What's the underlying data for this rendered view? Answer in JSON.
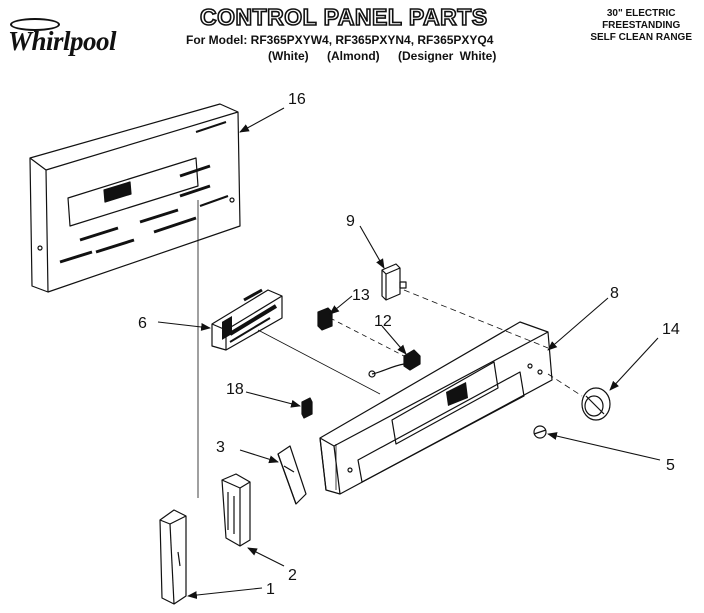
{
  "header": {
    "brand": "Whirlpool",
    "title": "CONTROL PANEL PARTS",
    "models_line": "For Model: RF365PXYW4, RF365PXYN4, RF365PXYQ4",
    "colors": [
      "(White)",
      "(Almond)",
      "(Designer White)"
    ],
    "range_desc": [
      "30\" ELECTRIC",
      "FREESTANDING",
      "SELF CLEAN RANGE"
    ]
  },
  "callouts": {
    "p1": "1",
    "p2": "2",
    "p3": "3",
    "p5": "5",
    "p6": "6",
    "p8": "8",
    "p9": "9",
    "p12": "12",
    "p13": "13",
    "p14": "14",
    "p16": "16",
    "p18": "18"
  }
}
